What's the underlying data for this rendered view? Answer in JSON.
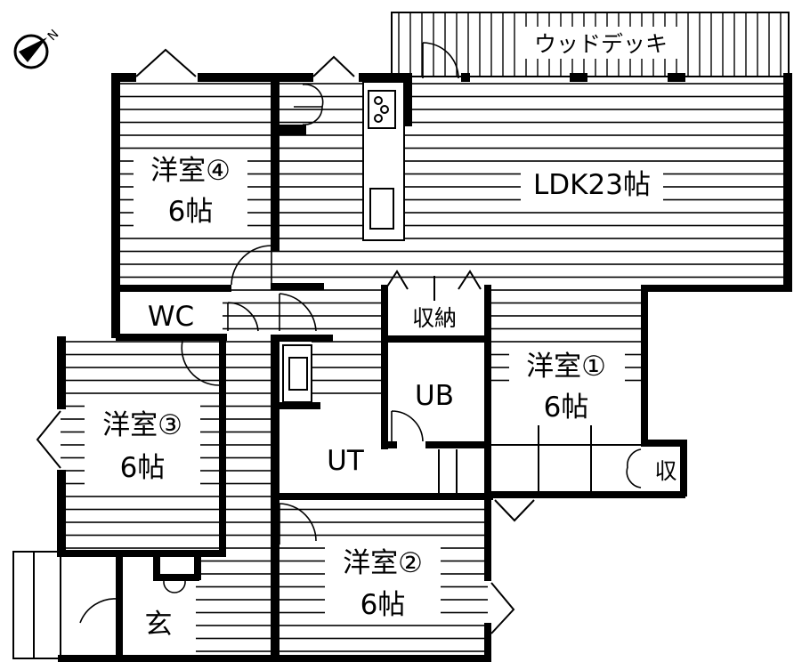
{
  "plan": {
    "compass": {
      "label": "N"
    },
    "deck": "ウッドデッキ",
    "rooms": {
      "ldk": {
        "name": "LDK23帖"
      },
      "western4": {
        "name": "洋室④",
        "size": "6帖"
      },
      "western3": {
        "name": "洋室③",
        "size": "6帖"
      },
      "western2": {
        "name": "洋室②",
        "size": "6帖"
      },
      "western1": {
        "name": "洋室①",
        "size": "6帖"
      },
      "wc": {
        "name": "WC"
      },
      "storage": {
        "name": "収納"
      },
      "ub": {
        "name": "UB"
      },
      "ut": {
        "name": "UT"
      },
      "closet": {
        "name": "収"
      },
      "entrance": {
        "name": "玄"
      }
    }
  }
}
